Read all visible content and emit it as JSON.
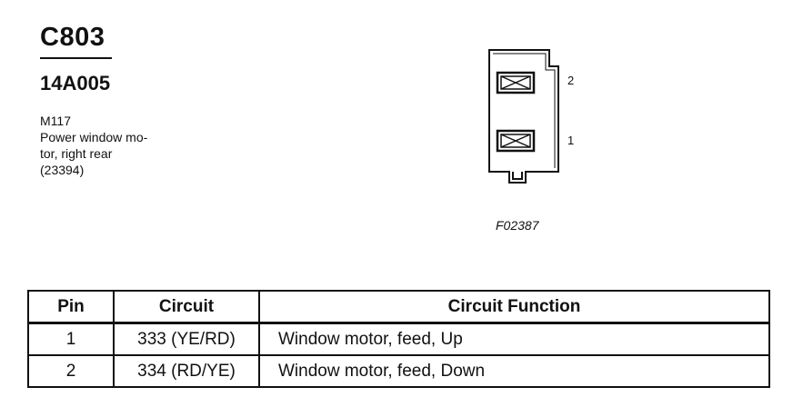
{
  "connector": {
    "id": "C803",
    "part_number": "14A005",
    "component_code": "M117",
    "description_lines": [
      "Power window mo-",
      "tor, right rear",
      "(23394)"
    ]
  },
  "diagram": {
    "pin_labels": [
      "2",
      "1"
    ],
    "figure_code": "F02387"
  },
  "table": {
    "headers": [
      "Pin",
      "Circuit",
      "Circuit Function"
    ],
    "rows": [
      {
        "pin": "1",
        "circuit": "333 (YE/RD)",
        "function": "Window motor, feed, Up"
      },
      {
        "pin": "2",
        "circuit": "334 (RD/YE)",
        "function": "Window motor, feed, Down"
      }
    ]
  }
}
